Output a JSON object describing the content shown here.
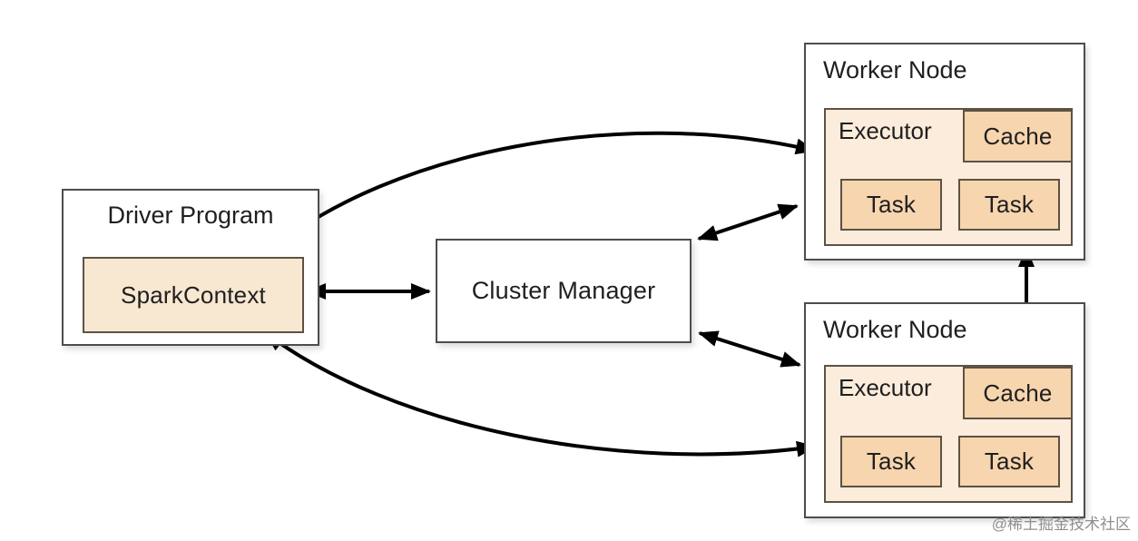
{
  "nodes": {
    "driver": {
      "title": "Driver Program",
      "spark_context": "SparkContext"
    },
    "cluster_manager": {
      "title": "Cluster Manager"
    },
    "workers": [
      {
        "title": "Worker Node",
        "executor": "Executor",
        "cache": "Cache",
        "tasks": [
          "Task",
          "Task"
        ]
      },
      {
        "title": "Worker Node",
        "executor": "Executor",
        "cache": "Cache",
        "tasks": [
          "Task",
          "Task"
        ]
      }
    ]
  },
  "edges": [
    {
      "id": "sparkcontext-worker1-curve",
      "from": "spark_context",
      "to": "worker1_executor",
      "bidirectional": true,
      "style": "curved"
    },
    {
      "id": "sparkcontext-clustermanager",
      "from": "spark_context",
      "to": "cluster_manager",
      "bidirectional": true,
      "style": "straight"
    },
    {
      "id": "clustermanager-worker1",
      "from": "cluster_manager",
      "to": "worker1",
      "bidirectional": true,
      "style": "straight"
    },
    {
      "id": "clustermanager-worker2",
      "from": "cluster_manager",
      "to": "worker2",
      "bidirectional": true,
      "style": "straight"
    },
    {
      "id": "worker1-worker2",
      "from": "worker1",
      "to": "worker2",
      "bidirectional": true,
      "style": "straight"
    },
    {
      "id": "sparkcontext-worker2-curve",
      "from": "spark_context",
      "to": "worker2_executor",
      "bidirectional": true,
      "style": "curved"
    }
  ],
  "watermark": "@稀土掘金技术社区",
  "colors": {
    "background": "#ffffff",
    "box_border": "#4d4d4d",
    "peach_border": "#5d5244",
    "spark_context_fill": "#f8e7d1",
    "executor_fill": "#fbecdc",
    "cache_task_fill": "#f7d5ae",
    "arrow": "#000000",
    "text": "#1f1f1f",
    "watermark_text": "#8f8f8f"
  }
}
